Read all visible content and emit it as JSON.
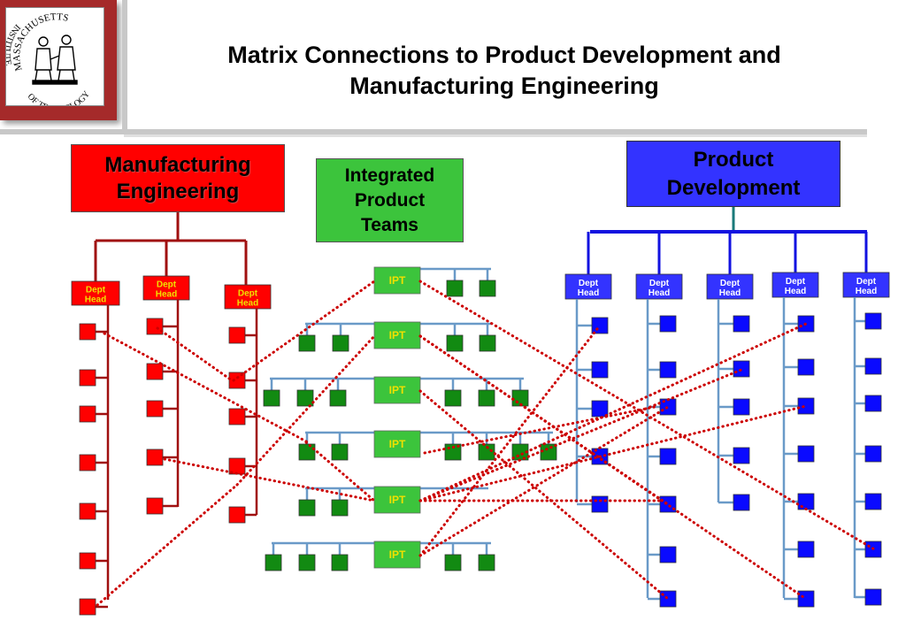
{
  "logo": {
    "text_top": "MASSACHUSETTS",
    "text_left": "INSTITUTE",
    "text_bottom": "OF TECHNOLOGY"
  },
  "title": {
    "line1": "Matrix Connections to Product Development and",
    "line2": "Manufacturing Engineering"
  },
  "groups": {
    "manufacturing": {
      "line1": "Manufacturing",
      "line2": "Engineering"
    },
    "ipt": {
      "line1": "Integrated",
      "line2": "Product",
      "line3": "Teams"
    },
    "product": {
      "line1": "Product",
      "line2": "Development"
    }
  },
  "dept_head_label": [
    "Dept",
    "Head"
  ],
  "ipt_label": "IPT",
  "colors": {
    "manufacturing_fill": "#ff0000",
    "manufacturing_line": "#a01010",
    "ipt_fill": "#3cc43c",
    "ipt_node": "#128a12",
    "ipt_line": "#6a9ac8",
    "product_fill": "#3333ff",
    "product_line": "#1212e0",
    "product_node": "#0a0aff",
    "pd_column_line": "#6a9ac8",
    "connection": "#cc0000"
  },
  "counts": {
    "mfg_dept_heads": 3,
    "pd_dept_heads": 5,
    "ipt_teams": 6
  }
}
